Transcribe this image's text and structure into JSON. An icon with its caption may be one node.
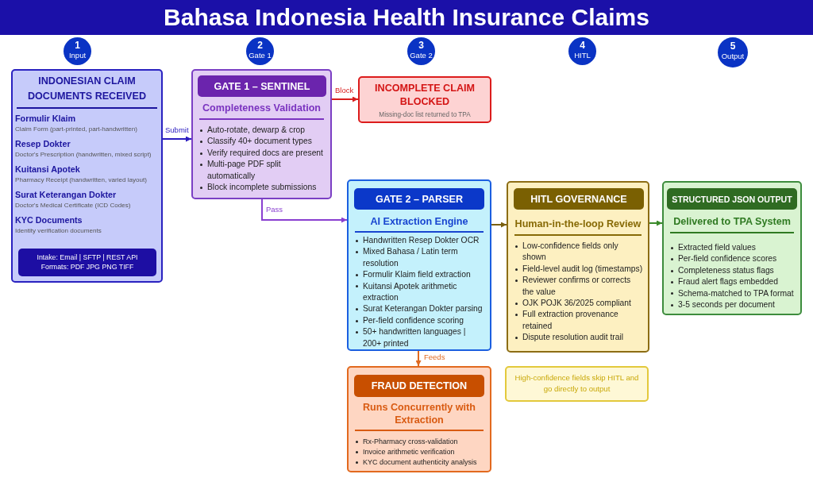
{
  "diagram": {
    "title": "Bahasa Indonesia Health Insurance Claims",
    "nodes": [
      {
        "text": [
          "1",
          "Input"
        ]
      },
      {
        "text": [
          "2",
          "Gate 1"
        ]
      },
      {
        "text": [
          "3",
          "Gate 2"
        ]
      },
      {
        "text": [
          "4",
          "HITL"
        ]
      },
      {
        "text": [
          "5",
          "Output"
        ]
      },
      {
        "text": [
          "INDONESIAN CLAIM DOCUMENTS RECEIVED",
          "Formulir Klaim",
          "Claim Form (part-printed, part-handwritten)",
          "Resep Dokter",
          "Doctor's Prescription (handwritten, mixed script)",
          "Kuitansi Apotek",
          "Pharmacy Receipt (handwritten, varied layout)",
          "Surat Keterangan Dokter",
          "Doctor's Medical Certificate (ICD Codes)",
          "KYC Documents",
          "Identity verification documents"
        ]
      },
      {
        "text": [
          "Intake: Email | SFTP | REST API",
          "Formats: PDF JPG PNG TIFF"
        ],
        "in": 5
      },
      {
        "text": [
          "Completeness Validation",
          "Auto-rotate, dewarp & crop",
          "Classify 40+ document types",
          "Verify required docs are present",
          "Multi-page PDF split automatically",
          "Block incomplete submissions"
        ]
      },
      {
        "text": [
          "GATE 1 – SENTINEL"
        ],
        "in": 7
      },
      {
        "text": [
          "INCOMPLETE CLAIM BLOCKED",
          "Missing-doc list returned to TPA"
        ]
      },
      {
        "text": [
          "AI Extraction Engine",
          "Handwritten Resep Dokter OCR",
          "Mixed Bahasa / Latin term resolution",
          "Formulir Klaim field extraction",
          "Kuitansi Apotek arithmetic extraction",
          "Surat Keterangan Dokter parsing",
          "Per-field confidence scoring",
          "50+ handwritten languages | 200+ printed"
        ]
      },
      {
        "text": [
          "GATE 2 – PARSER"
        ],
        "in": 10
      },
      {
        "text": [
          "Human-in-the-loop Review",
          "Low-confidence fields only shown",
          "Field-level audit log (timestamps)",
          "Reviewer confirms or corrects the value",
          "OJK POJK 36/2025 compliant",
          "Full extraction provenance retained",
          "Dispute resolution audit trail"
        ]
      },
      {
        "text": [
          "HITL GOVERNANCE"
        ],
        "in": 12
      },
      {
        "text": [
          "Delivered to TPA System",
          "Extracted field values",
          "Per-field confidence scores",
          "Completeness status flags",
          "Fraud alert flags embedded",
          "Schema-matched to TPA format",
          "3-5 seconds per document"
        ]
      },
      {
        "text": [
          "STRUCTURED JSON OUTPUT"
        ],
        "in": 14
      },
      {
        "text": [
          "Runs Concurrently with Extraction",
          "Rx-Pharmacy cross-validation",
          "Invoice arithmetic verification",
          "KYC document authenticity analysis"
        ]
      },
      {
        "text": [
          "FRAUD DETECTION"
        ],
        "in": 16
      },
      {
        "text": [
          "High-confidence fields skip HITL and go directly to output"
        ]
      }
    ],
    "edges": [
      {
        "from": 5,
        "to": 7,
        "arrow": "to",
        "label": "Submit",
        "color": "#2a1bc0"
      },
      {
        "from": 7,
        "to": 9,
        "arrow": "to",
        "label": "Block",
        "color": "#d81e1e"
      },
      {
        "from": 7,
        "to": 10,
        "arrow": "to",
        "label": "Pass",
        "color": "#8a3fd0"
      },
      {
        "from": 10,
        "to": 12,
        "arrow": "to",
        "color": "#7a6010"
      },
      {
        "from": 12,
        "to": 14,
        "arrow": "to",
        "color": "#3a8a2a"
      },
      {
        "from": 10,
        "to": 16,
        "arrow": "to",
        "label": "Feeds",
        "color": "#e06a20"
      }
    ]
  }
}
